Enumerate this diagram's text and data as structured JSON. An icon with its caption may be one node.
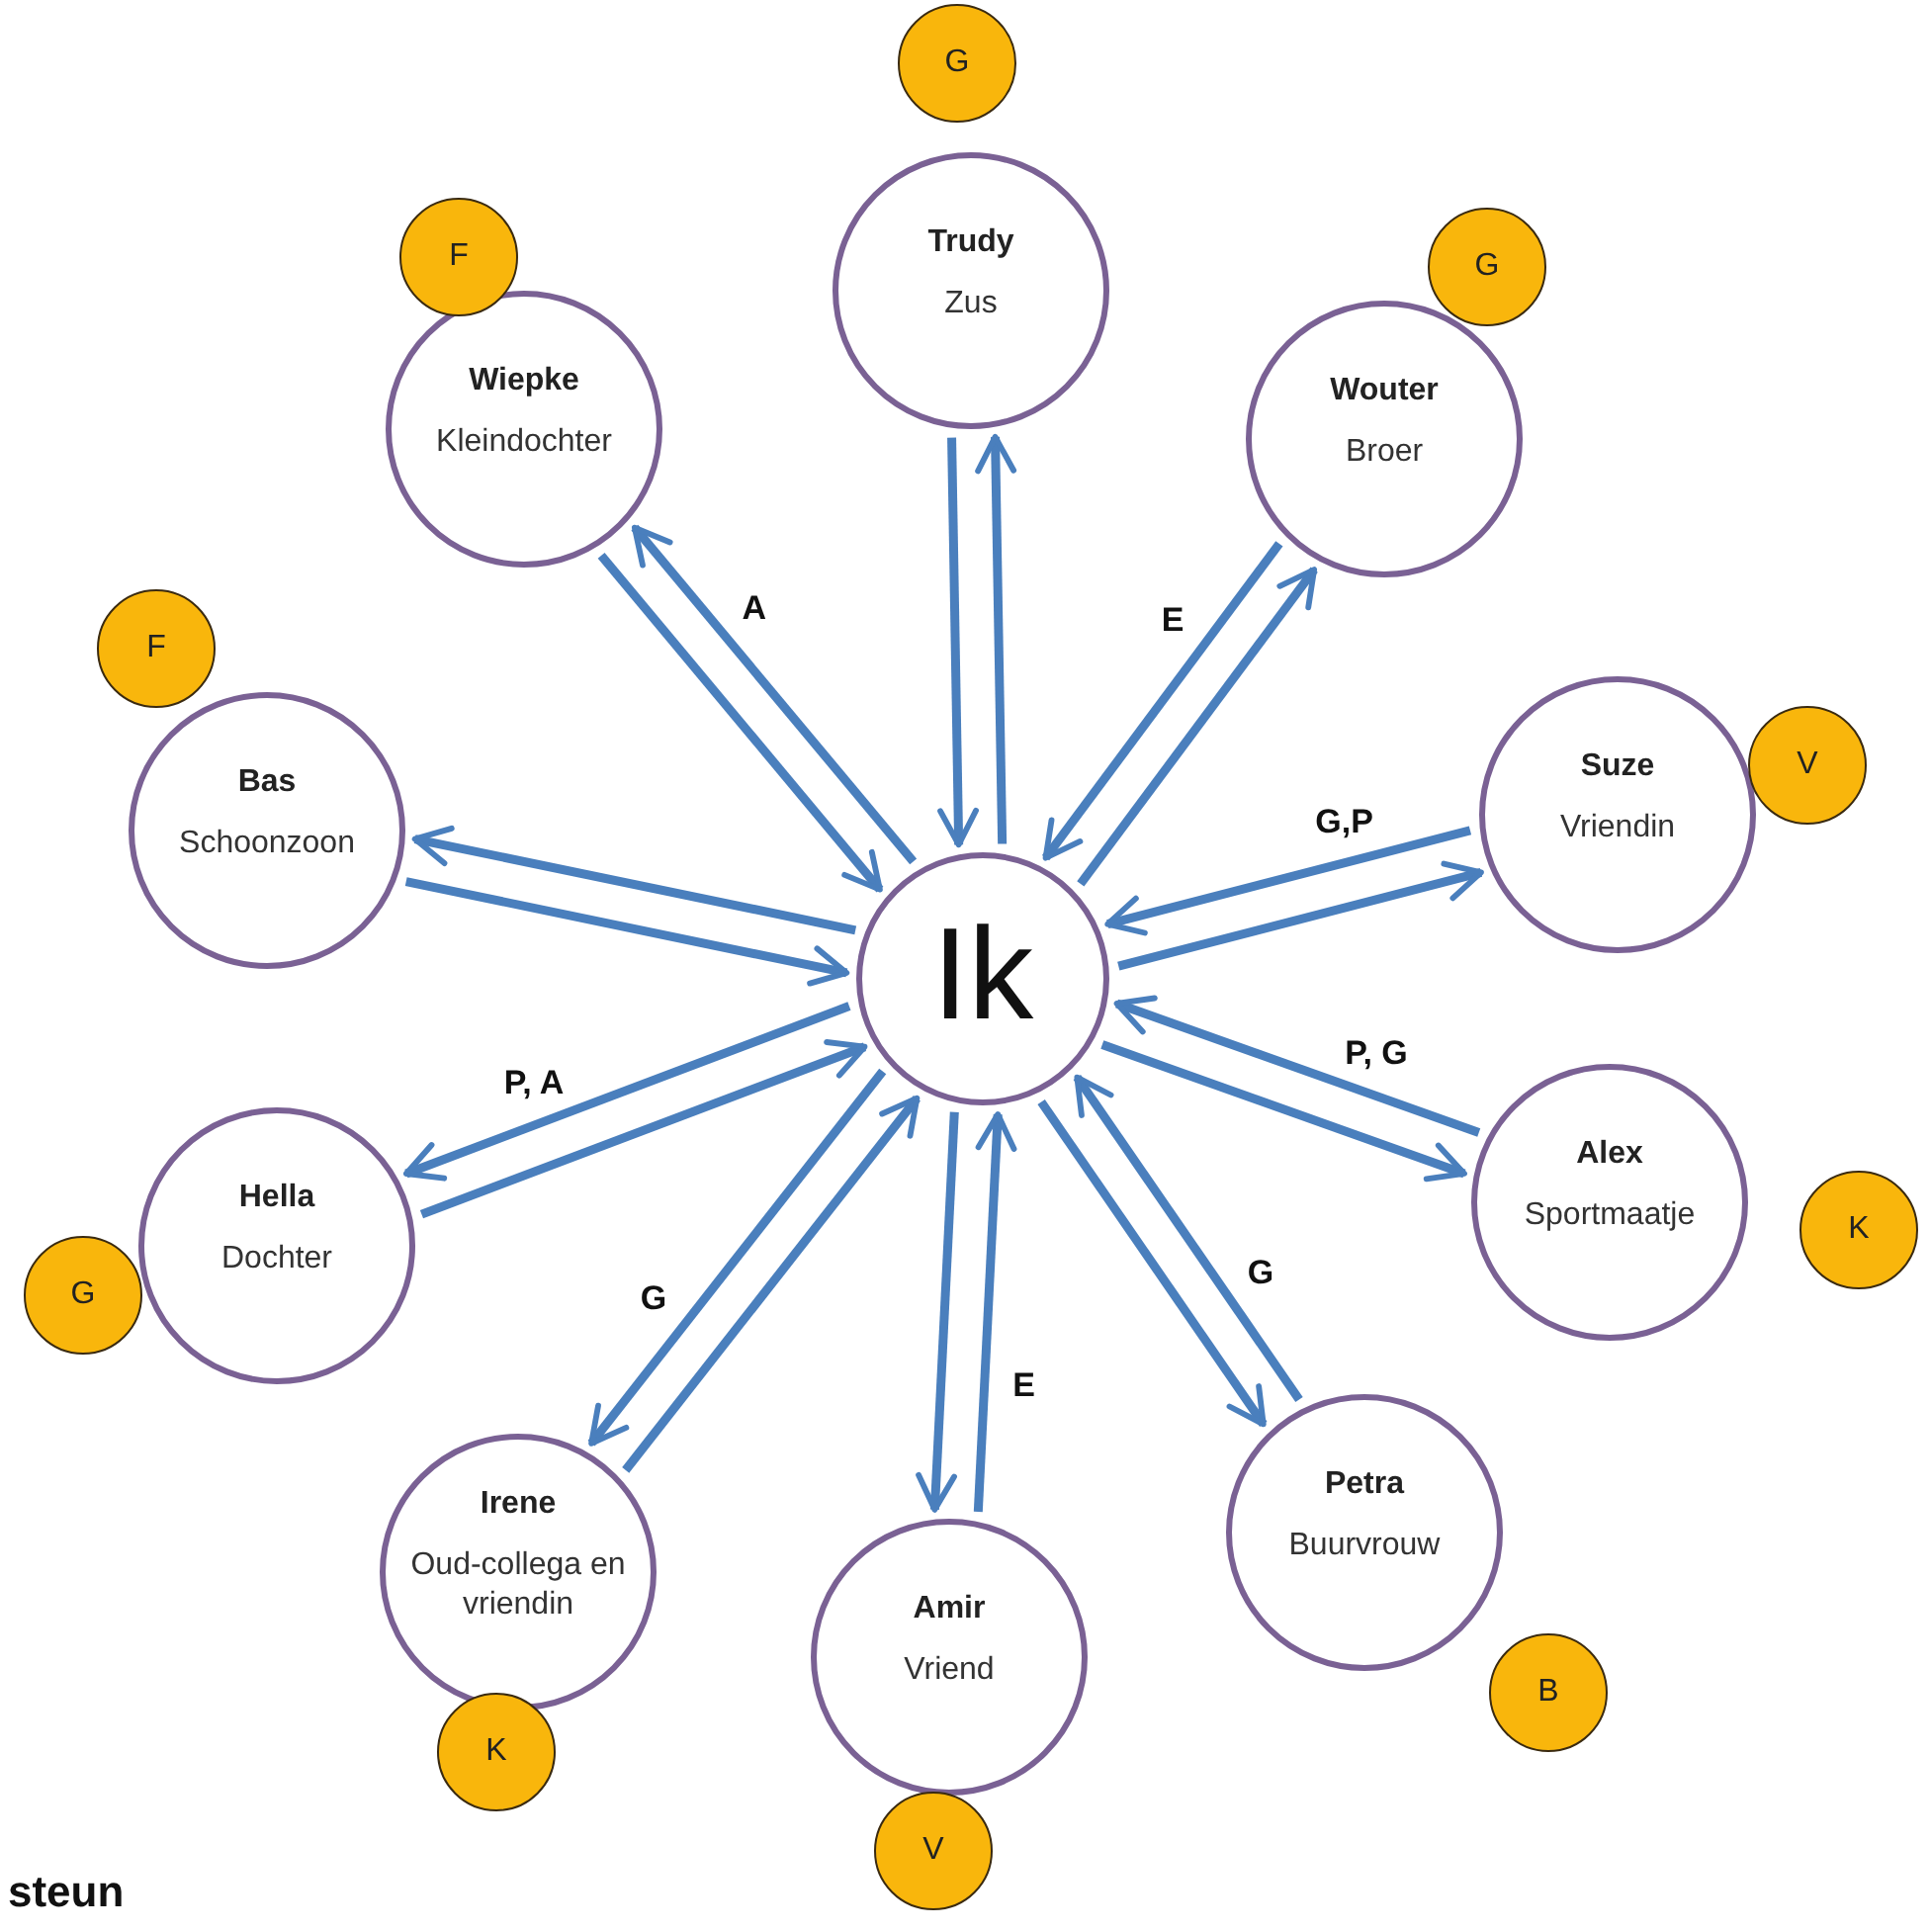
{
  "diagram": {
    "nodes": [
      {
        "text": [
          "Ik"
        ]
      },
      {
        "text": [
          "Trudy",
          "Zus"
        ]
      },
      {
        "text": [
          "G"
        ]
      },
      {
        "text": [
          "Wouter",
          "Broer"
        ]
      },
      {
        "text": [
          "G"
        ]
      },
      {
        "text": [
          "Suze",
          "Vriendin"
        ]
      },
      {
        "text": [
          "V"
        ]
      },
      {
        "text": [
          "Alex",
          "Sportmaatje"
        ]
      },
      {
        "text": [
          "K"
        ]
      },
      {
        "text": [
          "Petra",
          "Buurvrouw"
        ]
      },
      {
        "text": [
          "B"
        ]
      },
      {
        "text": [
          "Amir",
          "Vriend"
        ]
      },
      {
        "text": [
          "V"
        ]
      },
      {
        "text": [
          "Irene",
          "Oud-collega en vriendin"
        ]
      },
      {
        "text": [
          "K"
        ]
      },
      {
        "text": [
          "Hella",
          "Dochter"
        ]
      },
      {
        "text": [
          "G"
        ]
      },
      {
        "text": [
          "Bas",
          "Schoonzoon"
        ]
      },
      {
        "text": [
          "F"
        ]
      },
      {
        "text": [
          "Wiepke",
          "Kleindochter"
        ]
      },
      {
        "text": [
          "F"
        ]
      }
    ],
    "edges": [
      {
        "from": 1,
        "to": 0,
        "arrow": "to"
      },
      {
        "from": 0,
        "to": 1,
        "arrow": "to"
      },
      {
        "from": 3,
        "to": 0,
        "arrow": "to",
        "label": "E"
      },
      {
        "from": 0,
        "to": 3,
        "arrow": "to"
      },
      {
        "from": 5,
        "to": 0,
        "arrow": "to",
        "label": "G,P"
      },
      {
        "from": 0,
        "to": 5,
        "arrow": "to"
      },
      {
        "from": 7,
        "to": 0,
        "arrow": "to",
        "label": "P, G"
      },
      {
        "from": 0,
        "to": 7,
        "arrow": "to"
      },
      {
        "from": 9,
        "to": 0,
        "arrow": "to",
        "label": "G"
      },
      {
        "from": 0,
        "to": 9,
        "arrow": "to"
      },
      {
        "from": 11,
        "to": 0,
        "arrow": "to",
        "label": "E"
      },
      {
        "from": 0,
        "to": 11,
        "arrow": "to"
      },
      {
        "from": 13,
        "to": 0,
        "arrow": "to"
      },
      {
        "from": 0,
        "to": 13,
        "arrow": "to",
        "label": "G"
      },
      {
        "from": 15,
        "to": 0,
        "arrow": "to"
      },
      {
        "from": 0,
        "to": 15,
        "arrow": "to",
        "label": "P, A"
      },
      {
        "from": 17,
        "to": 0,
        "arrow": "to"
      },
      {
        "from": 0,
        "to": 17,
        "arrow": "to"
      },
      {
        "from": 19,
        "to": 0,
        "arrow": "to"
      },
      {
        "from": 0,
        "to": 19,
        "arrow": "to",
        "label": "A"
      }
    ],
    "labels": [
      "steun"
    ]
  }
}
